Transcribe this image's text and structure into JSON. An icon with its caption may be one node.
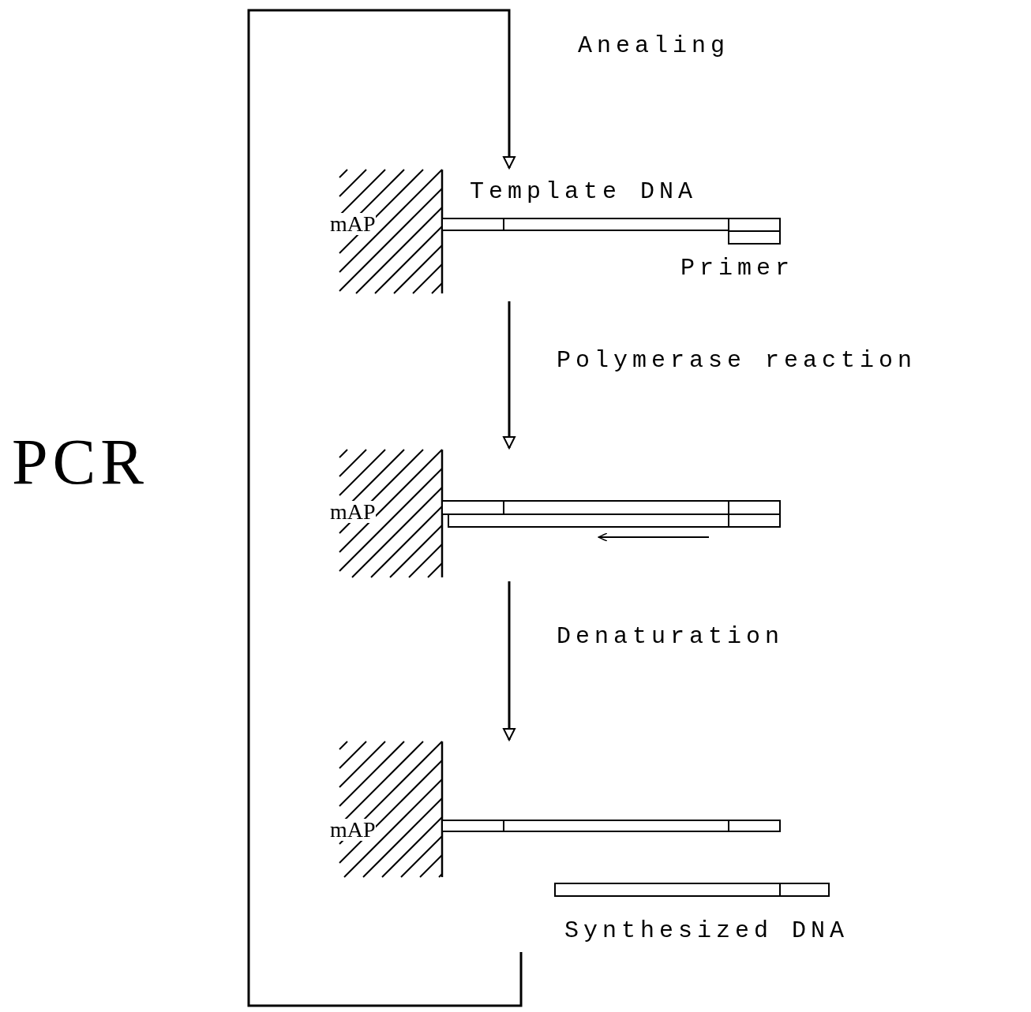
{
  "diagram": {
    "nodes": [
      {
        "text": [
          "mAP",
          "Template DNA",
          "Primer"
        ]
      },
      {
        "text": [
          "mAP"
        ]
      },
      {
        "text": [
          "mAP"
        ]
      },
      {
        "text": [
          "Synthesized DNA"
        ]
      }
    ],
    "edges": [
      {
        "from": 0,
        "to": 1,
        "arrow": "to",
        "label": "Polymerase reaction"
      },
      {
        "from": 1,
        "to": 2,
        "arrow": "to",
        "label": "Denaturation"
      },
      {
        "from": 3,
        "to": 0,
        "arrow": "to",
        "label": "Anealing"
      }
    ],
    "labels": [
      "PCR"
    ]
  }
}
